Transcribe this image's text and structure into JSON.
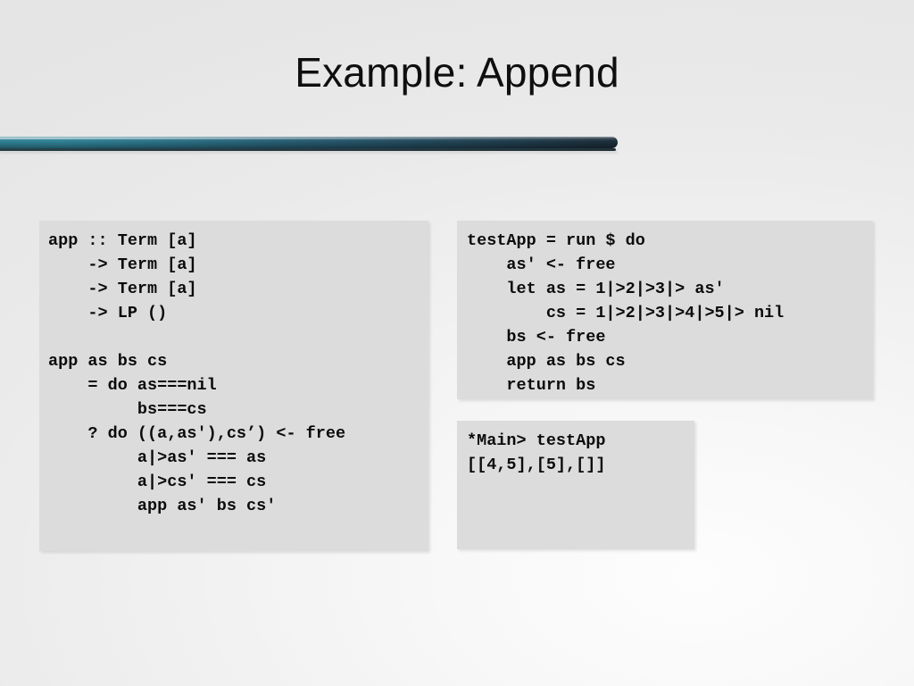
{
  "slide": {
    "title": "Example: Append",
    "divider_colors": {
      "teal": "#2f7f93",
      "navy": "#1b2c38",
      "shadow_line": "#142b35"
    },
    "background_color": "#ececec",
    "code_block_background": "#dcdcdc",
    "code_text_color": "#0b0b0b"
  },
  "code_blocks": {
    "app_definition": {
      "name": "app-definition-code",
      "lines": [
        "app :: Term [a]",
        "    -> Term [a]",
        "    -> Term [a]",
        "    -> LP ()",
        "",
        "app as bs cs",
        "    = do as===nil",
        "         bs===cs",
        "    ? do ((a,as'),cs’) <- free",
        "         a|>as' === as",
        "         a|>cs' === cs",
        "         app as' bs cs'"
      ]
    },
    "test_definition": {
      "name": "testapp-code",
      "lines": [
        "testApp = run $ do",
        "    as' <- free",
        "    let as = 1|>2|>3|> as'",
        "        cs = 1|>2|>3|>4|>5|> nil",
        "    bs <- free",
        "    app as bs cs",
        "    return bs"
      ]
    },
    "repl_output": {
      "name": "repl-output",
      "lines": [
        "*Main> testApp",
        "[[4,5],[5],[]]"
      ]
    }
  }
}
